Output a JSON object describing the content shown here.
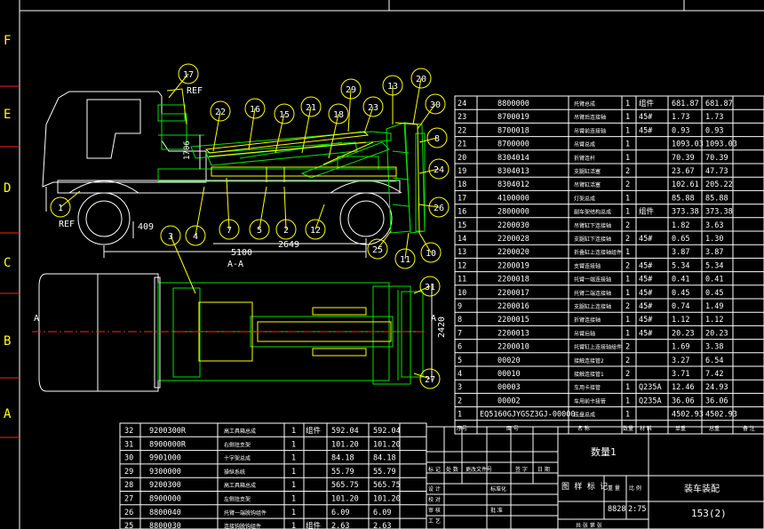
{
  "frame": {
    "row_letters": [
      "F",
      "E",
      "D",
      "C",
      "B",
      "A"
    ]
  },
  "view_label": "A-A",
  "side_markers": [
    "A",
    "A"
  ],
  "dimensions": {
    "wheelbase": "5100",
    "span": "2649",
    "height": "409",
    "top": "1706",
    "width": "2420"
  },
  "balloons": [
    {
      "n": "17",
      "note": "REF"
    },
    {
      "n": "22"
    },
    {
      "n": "16"
    },
    {
      "n": "15"
    },
    {
      "n": "21"
    },
    {
      "n": "18"
    },
    {
      "n": "29"
    },
    {
      "n": "23"
    },
    {
      "n": "13"
    },
    {
      "n": "20"
    },
    {
      "n": "30"
    },
    {
      "n": "8"
    },
    {
      "n": "24"
    },
    {
      "n": "26"
    },
    {
      "n": "10"
    },
    {
      "n": "11"
    },
    {
      "n": "25"
    },
    {
      "n": "12"
    },
    {
      "n": "2"
    },
    {
      "n": "5"
    },
    {
      "n": "7"
    },
    {
      "n": "4"
    },
    {
      "n": "3"
    },
    {
      "n": "1",
      "note": "REF"
    },
    {
      "n": "31"
    },
    {
      "n": "27"
    }
  ],
  "bom_right": {
    "rows": [
      [
        "24",
        "8800000",
        "托臂总成",
        "1",
        "组件",
        "681.87",
        "681.87"
      ],
      [
        "23",
        "8700019",
        "吊臂后连接轴",
        "1",
        "45#",
        "1.73",
        "1.73"
      ],
      [
        "22",
        "8700018",
        "吊臂前连接轴",
        "1",
        "45#",
        "0.93",
        "0.93"
      ],
      [
        "21",
        "8700000",
        "吊臂总成",
        "1",
        "",
        "1093.03",
        "1093.03"
      ],
      [
        "20",
        "8304014",
        "折臂连杆",
        "1",
        "",
        "70.39",
        "70.39"
      ],
      [
        "19",
        "8304013",
        "支腿缸活塞",
        "2",
        "",
        "23.67",
        "47.73"
      ],
      [
        "18",
        "8304012",
        "吊臂缸活塞",
        "2",
        "",
        "102.61",
        "205.22"
      ],
      [
        "17",
        "4100000",
        "灯架总成",
        "1",
        "",
        "85.88",
        "85.88"
      ],
      [
        "16",
        "2800000",
        "副车架结构总成",
        "1",
        "组件",
        "373.38",
        "373.38"
      ],
      [
        "15",
        "2200030",
        "吊臂缸下连接轴",
        "2",
        "",
        "1.82",
        "3.63"
      ],
      [
        "14",
        "2200028",
        "支腿缸下连接轴",
        "2",
        "45#",
        "0.65",
        "1.30"
      ],
      [
        "13",
        "2200020",
        "折叠缸上连接轴组件",
        "1",
        "",
        "3.87",
        "3.87"
      ],
      [
        "12",
        "2200019",
        "支臂连接轴",
        "2",
        "45#",
        "5.34",
        "5.34"
      ],
      [
        "11",
        "2200018",
        "托臂一端连接轴",
        "1",
        "45#",
        "0.41",
        "0.41"
      ],
      [
        "10",
        "2200017",
        "托臂二端连接轴",
        "1",
        "45#",
        "0.45",
        "0.45"
      ],
      [
        "9",
        "2200016",
        "支腿缸上连接轴",
        "2",
        "45#",
        "0.74",
        "1.49"
      ],
      [
        "8",
        "2200015",
        "折臂连接轴",
        "1",
        "45#",
        "1.12",
        "1.12"
      ],
      [
        "7",
        "2200013",
        "吊臂后轴",
        "1",
        "45#",
        "20.23",
        "20.23"
      ],
      [
        "6",
        "2200010",
        "托臂缸上连接轴组件",
        "2",
        "",
        "1.69",
        "3.38"
      ],
      [
        "5",
        "00020",
        "接触连接管2",
        "2",
        "",
        "3.27",
        "6.54"
      ],
      [
        "4",
        "00010",
        "接触连接管1",
        "2",
        "",
        "3.71",
        "7.42"
      ],
      [
        "3",
        "00003",
        "车用卡接管",
        "1",
        "Q235A",
        "12.46",
        "24.93"
      ],
      [
        "2",
        "00002",
        "车用前卡接管",
        "1",
        "Q235A",
        "36.06",
        "36.06"
      ],
      [
        "1",
        "EQ5160GJYGSZ3GJ-00000",
        "底盘总成",
        "1",
        "",
        "4502.93",
        "4502.93"
      ]
    ],
    "header": [
      "序号",
      "图 号",
      "名 称",
      "数量",
      "材 料",
      "单重",
      "总重",
      "备 注"
    ]
  },
  "bom_left": {
    "rows": [
      [
        "32",
        "9200300R",
        "高工具箱总成",
        "1",
        "组件",
        "592.04",
        "592.04"
      ],
      [
        "31",
        "8900000R",
        "右侧挂支架",
        "1",
        "",
        "101.20",
        "101.20"
      ],
      [
        "30",
        "9901000",
        "十字架总成",
        "1",
        "",
        "84.18",
        "84.18"
      ],
      [
        "29",
        "9300000",
        "操纵系统",
        "1",
        "",
        "55.79",
        "55.79"
      ],
      [
        "28",
        "9200300",
        "高工具箱总成",
        "1",
        "",
        "565.75",
        "565.75"
      ],
      [
        "27",
        "8900000",
        "左侧挂支架",
        "1",
        "",
        "101.20",
        "101.20"
      ],
      [
        "26",
        "8800040",
        "托臂一端脱钩组件",
        "1",
        "",
        "6.09",
        "6.09"
      ],
      [
        "25",
        "8800030",
        "连接钩脱钩组件",
        "1",
        "组件",
        "2.63",
        "2.63"
      ]
    ]
  },
  "title_block": {
    "quantity_label": "数量1",
    "drawing_name": "装车装配",
    "drawing_no": "153(2)",
    "mark_label": "图 样 标 记",
    "weight_label": "重 量",
    "scale_label": "比 例",
    "weight": "8828",
    "scale": "2:75",
    "sheet_label": "共 张  第 张",
    "row_labels": [
      "标 记",
      "处 数",
      "更改文件号",
      "签 字",
      "日 期"
    ],
    "side_labels": [
      "设 计",
      "校 对",
      "审 核",
      "工 艺"
    ],
    "std_labels": [
      "标准化",
      "",
      "批 准",
      ""
    ]
  }
}
